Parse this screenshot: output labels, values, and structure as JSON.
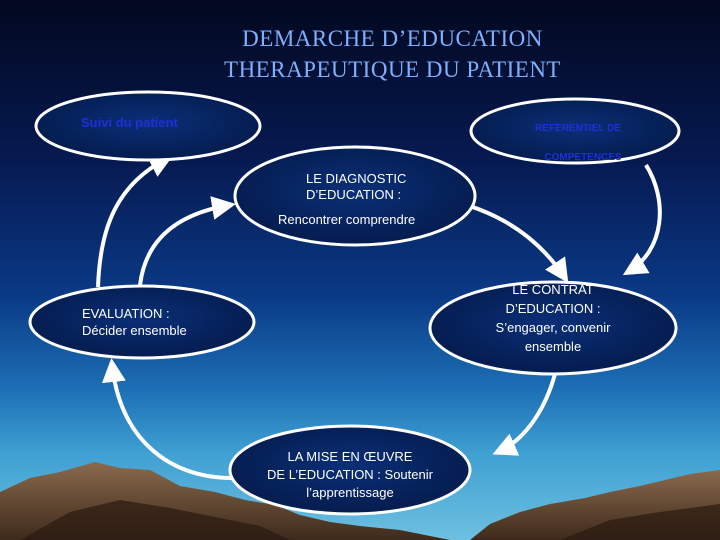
{
  "title": {
    "line1": "DEMARCHE D’EDUCATION",
    "line2": "THERAPEUTIQUE DU PATIENT"
  },
  "nodes": {
    "suivi": {
      "label": "Suivi du patient"
    },
    "referentiel": {
      "line1": "REFERENTIEL DE",
      "line2": "COMPETENCES"
    },
    "diagnostic": {
      "line1": "LE DIAGNOSTIC",
      "line2": "D’EDUCATION :",
      "line3": "Rencontrer comprendre"
    },
    "contrat": {
      "line1": "LE CONTRAT",
      "line2": "D’EDUCATION :",
      "line3": "S’engager, convenir",
      "line4": "ensemble"
    },
    "mise_en_oeuvre": {
      "line1": "LA MISE EN ŒUVRE",
      "line2": "DE L’EDUCATION : Soutenir",
      "line3": "l’apprentissage"
    },
    "evaluation": {
      "line1": "EVALUATION :",
      "line2": "Décider ensemble"
    }
  }
}
